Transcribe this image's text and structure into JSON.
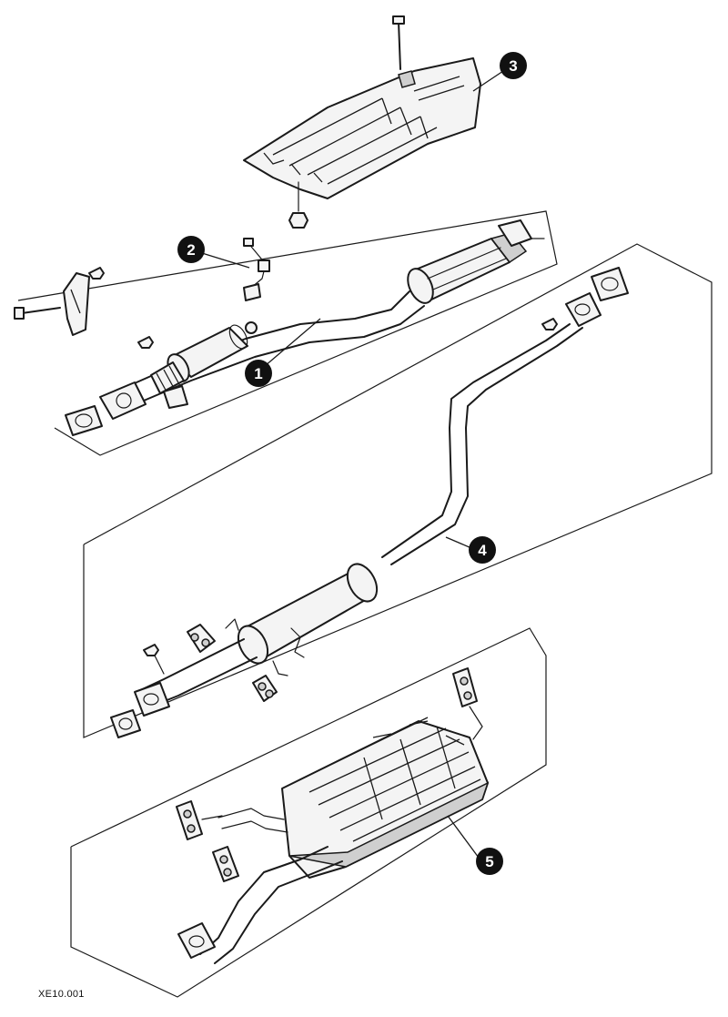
{
  "diagram_code": "XE10.001",
  "callouts": [
    "1",
    "2",
    "3",
    "4",
    "5"
  ],
  "colors": {
    "line": "#1a1a1a",
    "callout_fill": "#111111",
    "callout_text": "#ffffff",
    "background": "#ffffff"
  }
}
